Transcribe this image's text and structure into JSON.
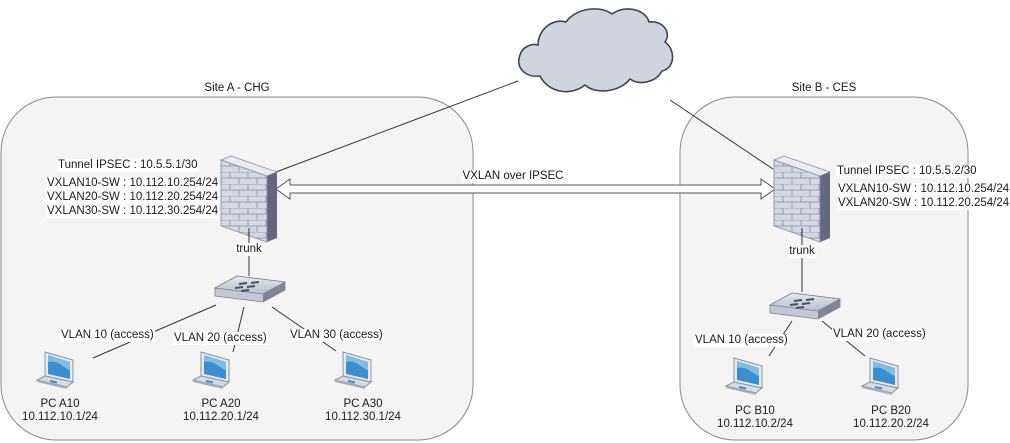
{
  "diagram": {
    "internet": {
      "icon": "cloud-icon"
    },
    "link_label": "VXLAN over IPSEC",
    "sites": [
      {
        "title": "Site A - CHG",
        "firewall": {
          "icon": "firewall-icon",
          "tunnel": "Tunnel IPSEC : 10.5.5.1/30",
          "vxlans": [
            "VXLAN10-SW : 10.112.10.254/24",
            "VXLAN20-SW : 10.112.20.254/24",
            "VXLAN30-SW : 10.112.30.254/24"
          ]
        },
        "uplink_label": "trunk",
        "switch": {
          "icon": "switch-icon"
        },
        "hosts": [
          {
            "name": "PC A10",
            "ip": "10.112.10.1/24",
            "vlan": "VLAN 10 (access)",
            "icon": "laptop-icon"
          },
          {
            "name": "PC A20",
            "ip": "10.112.20.1/24",
            "vlan": "VLAN 20 (access)",
            "icon": "laptop-icon"
          },
          {
            "name": "PC A30",
            "ip": "10.112.30.1/24",
            "vlan": "VLAN 30 (access)",
            "icon": "laptop-icon"
          }
        ]
      },
      {
        "title": "Site B - CES",
        "firewall": {
          "icon": "firewall-icon",
          "tunnel": "Tunnel IPSEC : 10.5.5.2/30",
          "vxlans": [
            "VXLAN10-SW : 10.112.10.254/24",
            "VXLAN20-SW : 10.112.20.254/24"
          ]
        },
        "uplink_label": "trunk",
        "switch": {
          "icon": "switch-icon"
        },
        "hosts": [
          {
            "name": "PC B10",
            "ip": "10.112.10.2/24",
            "vlan": "VLAN 10 (access)",
            "icon": "laptop-icon"
          },
          {
            "name": "PC B20",
            "ip": "10.112.20.2/24",
            "vlan": "VLAN 20 (access)",
            "icon": "laptop-icon"
          }
        ]
      }
    ]
  }
}
